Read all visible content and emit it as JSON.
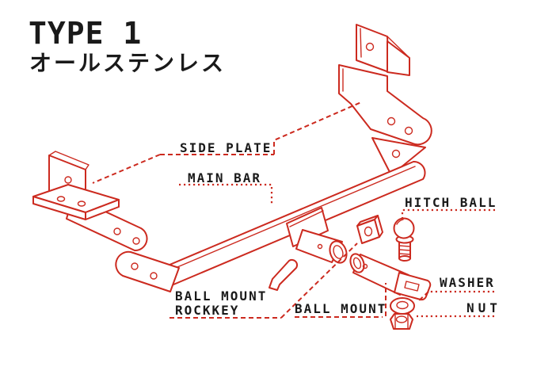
{
  "header": {
    "title": "TYPE 1",
    "subtitle": "オールステンレス"
  },
  "diagram": {
    "labels": {
      "side_plate": "SIDE PLATE",
      "main_bar": "MAIN BAR",
      "hitch_ball": "HITCH BALL",
      "ball_mount_rockkey_line1": "BALL MOUNT",
      "ball_mount_rockkey_line2": "ROCKKEY",
      "ball_mount": "BALL MOUNT",
      "washer": "WASHER",
      "nut": "NUT"
    },
    "parts": [
      "side-plate-left",
      "side-plate-right",
      "main-bar",
      "receiver-tube",
      "rockkey-pin",
      "rockkey-block",
      "hitch-ball",
      "ball-mount",
      "washer",
      "nut"
    ],
    "colors": {
      "line": "#cc2a1f",
      "text": "#1a1a1a",
      "background": "#ffffff"
    }
  }
}
